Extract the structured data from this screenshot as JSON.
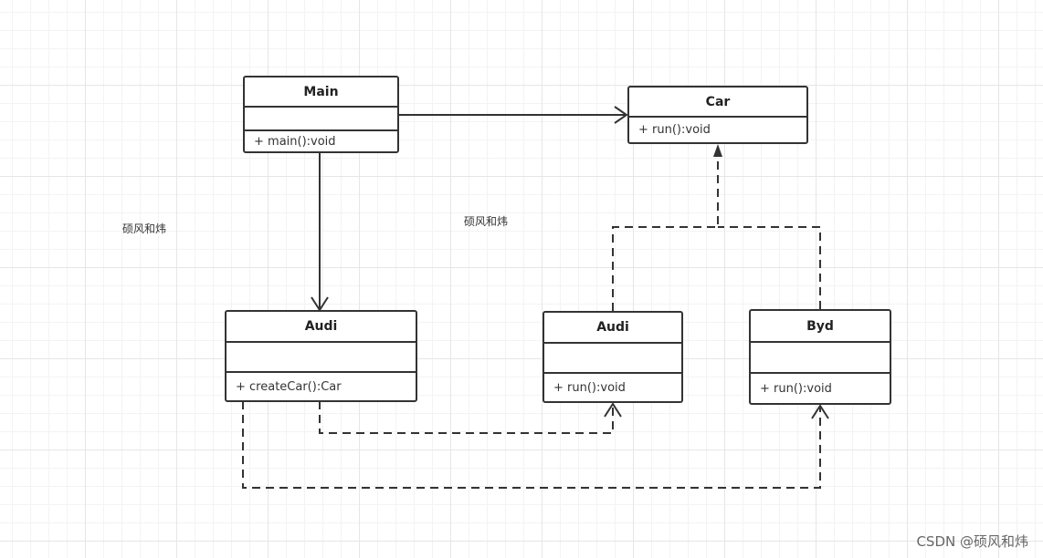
{
  "classes": {
    "main": {
      "name": "Main",
      "method": "+ main():void"
    },
    "car": {
      "name": "Car",
      "method": "+ run():void"
    },
    "audi_factory": {
      "name": "Audi",
      "method": "+ createCar():Car"
    },
    "audi": {
      "name": "Audi",
      "method": "+ run():void"
    },
    "byd": {
      "name": "Byd",
      "method": "+ run():void"
    }
  },
  "labels": {
    "left": "硕风和炜",
    "center": "硕风和炜"
  },
  "watermark": "CSDN @硕风和炜",
  "colors": {
    "line": "#333333",
    "grid": "#e6e6e6"
  }
}
